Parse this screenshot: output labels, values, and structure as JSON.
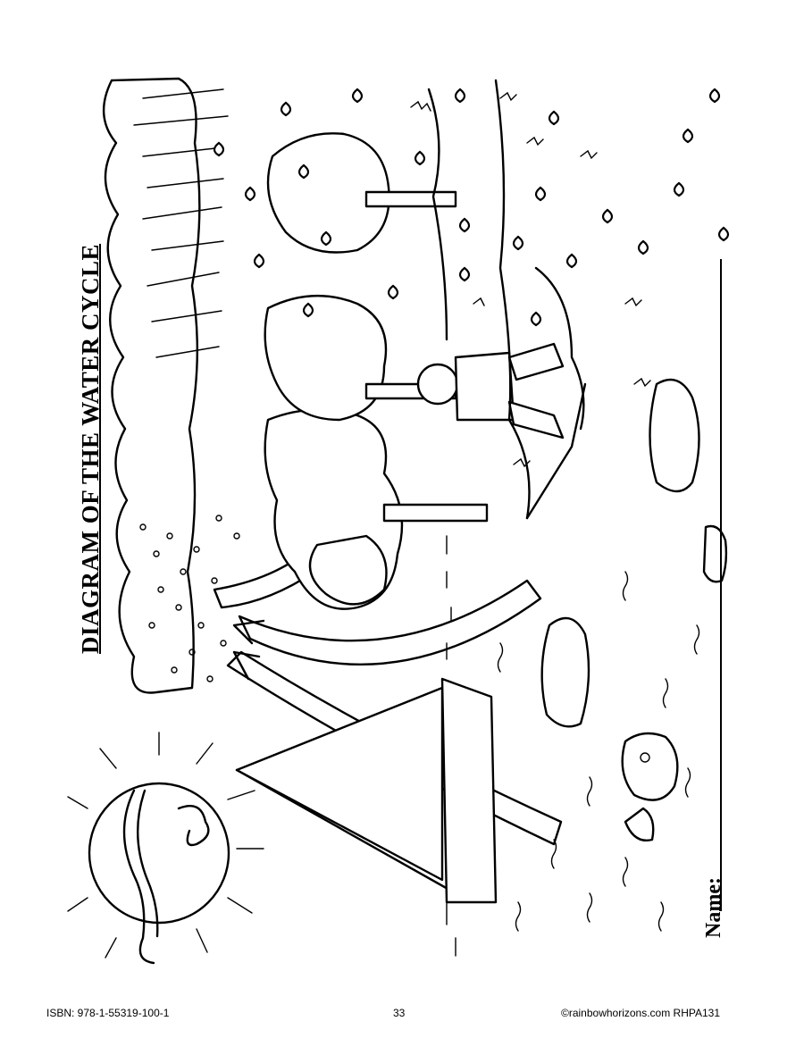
{
  "worksheet": {
    "title": "DIAGRAM OF THE WATER CYCLE",
    "name_label": "Name:"
  },
  "footer": {
    "isbn": "ISBN: 978-1-55319-100-1",
    "page_number": "33",
    "copyright": "©rainbowhorizons.com   RHPA131"
  },
  "icons": [
    "sun-icon",
    "cloud-icon",
    "raindrop-icon",
    "tree-icon",
    "sailboat-icon",
    "person-icon",
    "fish-icon",
    "arrow-icon"
  ]
}
